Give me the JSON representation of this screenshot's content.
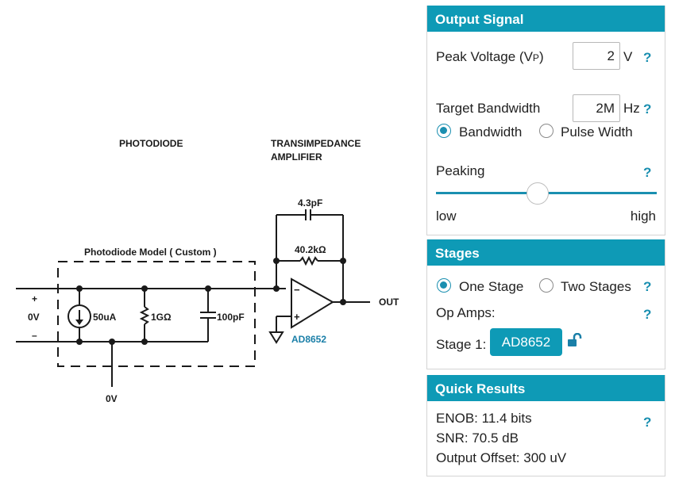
{
  "schematic": {
    "photodiode_heading": "PHOTODIODE",
    "tia_heading_line1": "TRANSIMPEDANCE",
    "tia_heading_line2": "AMPLIFIER",
    "model_label": "Photodiode Model ( Custom )",
    "plus_sign": "+",
    "minus_sign": "–",
    "input_voltage": "0V",
    "ground_voltage": "0V",
    "current_source": "50uA",
    "shunt_resistance": "1GΩ",
    "junction_capacitance": "100pF",
    "feedback_capacitance": "4.3pF",
    "feedback_resistance": "40.2kΩ",
    "opamp_part": "AD8652",
    "opamp_minus": "−",
    "opamp_plus": "+",
    "output_label": "OUT",
    "opamp_part_color": "#1a7fa8"
  },
  "output_signal": {
    "title": "Output Signal",
    "peak_voltage_label": "Peak Voltage (V",
    "peak_voltage_sub": "P",
    "peak_voltage_close": ")",
    "peak_voltage_value": "2",
    "peak_voltage_unit": "V",
    "target_bandwidth_label": "Target Bandwidth",
    "target_bandwidth_value": "2M",
    "target_bandwidth_unit": "Hz",
    "mode_options": [
      "Bandwidth",
      "Pulse Width"
    ],
    "mode_selected": "Bandwidth",
    "peaking_label": "Peaking",
    "peaking_low": "low",
    "peaking_high": "high",
    "peaking_level_fraction": 0.46,
    "help": "?"
  },
  "stages": {
    "title": "Stages",
    "options": [
      "One Stage",
      "Two Stages"
    ],
    "selected": "One Stage",
    "op_amps_label": "Op Amps:",
    "stage1_label": "Stage 1:",
    "stage1_part": "AD8652",
    "help": "?"
  },
  "quick_results": {
    "title": "Quick Results",
    "enob": "ENOB: 11.4 bits",
    "snr": "SNR: 70.5 dB",
    "output_offset": "Output Offset: 300 uV",
    "help": "?"
  },
  "colors": {
    "accent": "#0e9ab6",
    "help": "#1a8fb0"
  }
}
